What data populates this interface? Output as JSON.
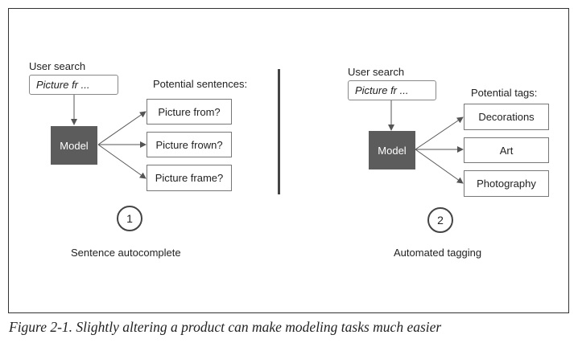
{
  "left_panel": {
    "search_label": "User search",
    "search_value": "Picture fr ...",
    "model_label": "Model",
    "outputs_title": "Potential sentences:",
    "outputs": [
      "Picture from?",
      "Picture frown?",
      "Picture frame?"
    ],
    "step_number": "1",
    "task_label": "Sentence autocomplete"
  },
  "right_panel": {
    "search_label": "User search",
    "search_value": "Picture fr ...",
    "model_label": "Model",
    "outputs_title": "Potential tags:",
    "outputs": [
      "Decorations",
      "Art",
      "Photography"
    ],
    "step_number": "2",
    "task_label": "Automated tagging"
  },
  "caption": "Figure 2-1. Slightly altering a product can make modeling tasks much easier"
}
